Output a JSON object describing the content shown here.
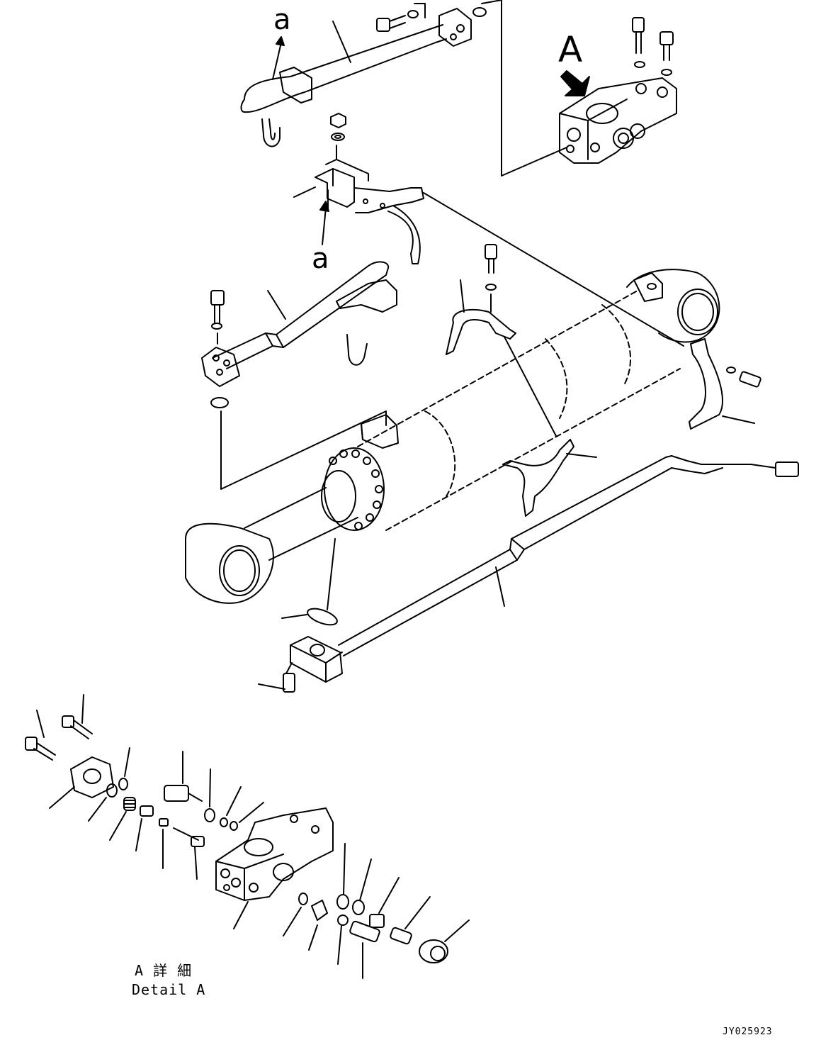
{
  "labels": {
    "view_a": "A",
    "mark_a_top": "a",
    "mark_a_mid": "a",
    "detail_jp": "A 詳 細",
    "detail_en": "Detail A",
    "drawing_code": "JY025923"
  }
}
